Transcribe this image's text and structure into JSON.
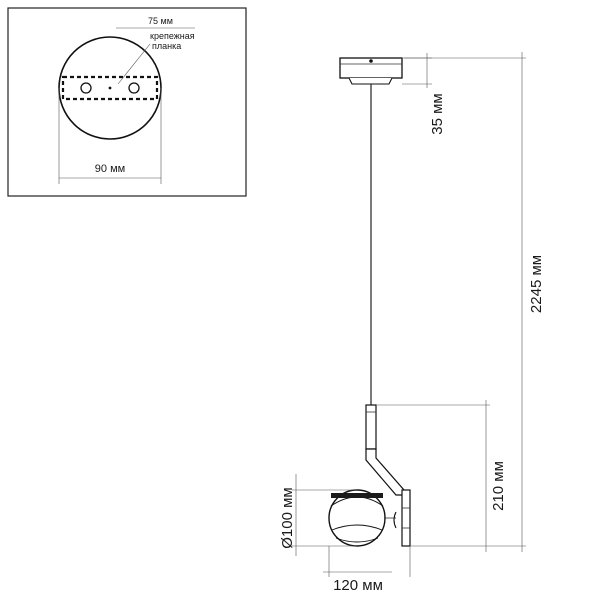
{
  "inset": {
    "mount_width_label": "75 мм",
    "mount_bracket_label_line1": "крепежная",
    "mount_bracket_label_line2": "планка",
    "canopy_diameter_label": "90 мм"
  },
  "main": {
    "canopy_height_label": "35 мм",
    "total_height_label": "2245 мм",
    "lamp_height_label": "210 мм",
    "shade_diameter_label": "Ø100 мм",
    "lamp_width_label": "120 мм"
  }
}
